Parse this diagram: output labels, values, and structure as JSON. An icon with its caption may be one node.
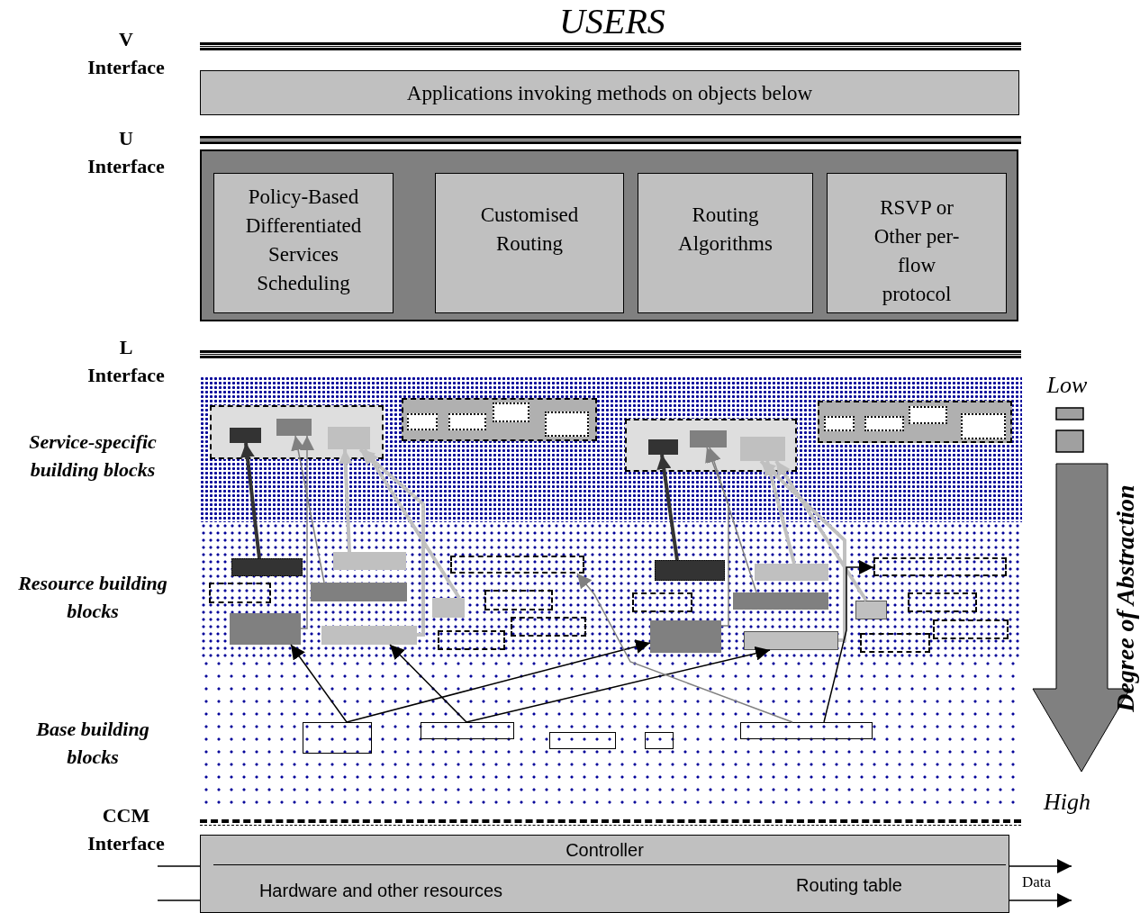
{
  "diagram": {
    "title": "USERS",
    "nodes": [
      {
        "text": [
          "Applications invoking methods on objects below"
        ]
      },
      {
        "text": [],
        "shape": "box"
      },
      {
        "text": [
          "Policy-Based Differentiated Services Scheduling"
        ],
        "in": 1
      },
      {
        "text": [
          "Customised Routing"
        ],
        "in": 1
      },
      {
        "text": [
          "Routing Algorithms"
        ],
        "in": 1
      },
      {
        "text": [
          "RSVP or Other per-flow protocol"
        ],
        "in": 1
      },
      {
        "text": [],
        "shape": "box"
      },
      {
        "text": [],
        "shape": "box",
        "in": 6
      },
      {
        "text": [],
        "shape": "box",
        "in": 6
      },
      {
        "text": [],
        "shape": "box",
        "in": 6
      },
      {
        "text": [],
        "shape": "box"
      },
      {
        "text": [],
        "shape": "box",
        "in": 10
      },
      {
        "text": [],
        "shape": "box",
        "in": 10
      },
      {
        "text": [],
        "shape": "box",
        "in": 10
      },
      {
        "text": [],
        "shape": "box",
        "in": 10
      },
      {
        "text": [],
        "shape": "box"
      },
      {
        "text": [],
        "shape": "box",
        "in": 15
      },
      {
        "text": [],
        "shape": "box",
        "in": 15
      },
      {
        "text": [],
        "shape": "box",
        "in": 15
      },
      {
        "text": [],
        "shape": "box"
      },
      {
        "text": [],
        "shape": "box",
        "in": 19
      },
      {
        "text": [],
        "shape": "box",
        "in": 19
      },
      {
        "text": [],
        "shape": "box",
        "in": 19
      },
      {
        "text": [],
        "shape": "box",
        "in": 19
      },
      {
        "text": [],
        "shape": "box"
      },
      {
        "text": [],
        "shape": "box"
      },
      {
        "text": [],
        "shape": "box"
      },
      {
        "text": [],
        "shape": "box"
      },
      {
        "text": [],
        "shape": "box"
      },
      {
        "text": [],
        "shape": "box"
      },
      {
        "text": [],
        "shape": "box"
      },
      {
        "text": [],
        "shape": "box"
      },
      {
        "text": [],
        "shape": "box"
      },
      {
        "text": [],
        "shape": "box"
      },
      {
        "text": [],
        "shape": "box"
      },
      {
        "text": [],
        "shape": "box"
      },
      {
        "text": [],
        "shape": "box"
      },
      {
        "text": [],
        "shape": "box"
      },
      {
        "text": [],
        "shape": "box"
      },
      {
        "text": [],
        "shape": "box"
      },
      {
        "text": [],
        "shape": "box"
      },
      {
        "text": [],
        "shape": "box"
      },
      {
        "text": [],
        "shape": "box"
      },
      {
        "text": [],
        "shape": "box"
      },
      {
        "text": [],
        "shape": "box"
      },
      {
        "text": [],
        "shape": "box"
      },
      {
        "text": [],
        "shape": "box"
      },
      {
        "text": [],
        "shape": "box"
      },
      {
        "text": [],
        "shape": "box"
      },
      {
        "text": [],
        "shape": "box"
      },
      {
        "text": [],
        "shape": "box"
      },
      {
        "text": [
          "Controller",
          "Hardware and other resources",
          "Routing table"
        ]
      }
    ],
    "edges": [
      {
        "from": 24,
        "to": 7,
        "arrow": "to",
        "style": "thick",
        "color": "#333333"
      },
      {
        "from": 28,
        "to": 8,
        "arrow": "to",
        "color": "#808080"
      },
      {
        "from": 27,
        "to": 8,
        "arrow": "to",
        "color": "#808080"
      },
      {
        "from": 25,
        "to": 9,
        "arrow": "to",
        "style": "thick",
        "color": "#c0c0c0"
      },
      {
        "from": 29,
        "to": 9,
        "arrow": "to",
        "style": "thick",
        "color": "#c0c0c0"
      },
      {
        "from": 30,
        "to": 9,
        "arrow": "to",
        "style": "thick",
        "color": "#c0c0c0"
      },
      {
        "from": 35,
        "to": 16,
        "arrow": "to",
        "style": "thick",
        "color": "#333333"
      },
      {
        "from": 39,
        "to": 17,
        "arrow": "to",
        "color": "#808080"
      },
      {
        "from": 38,
        "to": 17,
        "arrow": "to",
        "color": "#808080"
      },
      {
        "from": 40,
        "to": 18,
        "arrow": "to",
        "style": "thick",
        "color": "#c0c0c0"
      },
      {
        "from": 36,
        "to": 18,
        "arrow": "to",
        "style": "thick",
        "color": "#c0c0c0"
      },
      {
        "from": 41,
        "to": 18,
        "arrow": "to",
        "style": "thick",
        "color": "#c0c0c0"
      },
      {
        "from": 46,
        "to": 28,
        "arrow": "to"
      },
      {
        "from": 46,
        "to": 39,
        "arrow": "to"
      },
      {
        "from": 47,
        "to": 29,
        "arrow": "to"
      },
      {
        "from": 47,
        "to": 40,
        "arrow": "to"
      },
      {
        "from": 50,
        "to": 42,
        "arrow": "to"
      },
      {
        "from": 50,
        "to": 31,
        "arrow": "to",
        "color": "#808080"
      },
      {
        "from": null,
        "to": 51,
        "arrow": "none"
      },
      {
        "from": null,
        "to": 51,
        "arrow": "none"
      },
      {
        "from": 51,
        "to": null,
        "arrow": "to"
      },
      {
        "from": 51,
        "to": null,
        "arrow": "to"
      }
    ],
    "labels": [
      "V Interface",
      "U Interface",
      "L Interface",
      "Low",
      "Service-specific building blocks",
      "Resource building blocks",
      "Base building blocks",
      "High",
      "CCM Interface",
      "Degree of Abstraction",
      "Data"
    ]
  }
}
